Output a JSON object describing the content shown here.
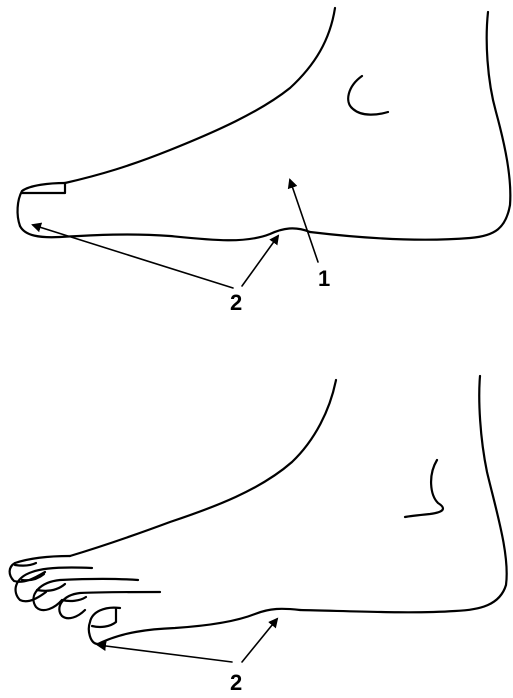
{
  "top_figure": {
    "label_instep": "1",
    "label_contact": "2"
  },
  "bottom_figure": {
    "label_contact": "2"
  }
}
